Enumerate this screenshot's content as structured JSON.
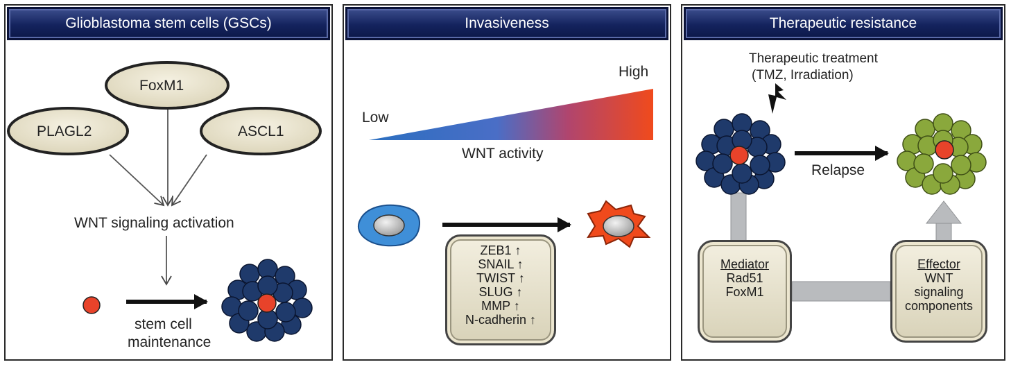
{
  "panels": [
    {
      "title": "Glioblastoma stem cells (GSCs)",
      "ovals": [
        "FoxM1",
        "PLAGL2",
        "ASCL1"
      ],
      "activation_label": "WNT signaling activation",
      "arrow_label_line1": "stem cell",
      "arrow_label_line2": "maintenance"
    },
    {
      "title": "Invasiveness",
      "low_label": "Low",
      "high_label": "High",
      "gradient_label": "WNT activity",
      "markers": [
        "ZEB1 ↑",
        "SNAIL ↑",
        "TWIST ↑",
        "SLUG ↑",
        "MMP ↑",
        "N-cadherin ↑"
      ]
    },
    {
      "title": "Therapeutic resistance",
      "treatment_line1": "Therapeutic treatment",
      "treatment_line2": "(TMZ, Irradiation)",
      "relapse_label": "Relapse",
      "mediator": {
        "heading": "Mediator",
        "line1": "Rad51",
        "line2": "FoxM1"
      },
      "effector": {
        "heading": "Effector",
        "line1": "WNT",
        "line2": "signaling",
        "line3": "components"
      }
    }
  ],
  "colors": {
    "header_blue": "#14235e",
    "cell_blue": "#1f3a6b",
    "core_red": "#e8432a",
    "cell_green": "#8aa83c",
    "oval_fill": "#ece7d2",
    "gradient_low": "#2b6fc0",
    "gradient_high": "#f04a1c",
    "connector_gray": "#b9bbbe"
  }
}
